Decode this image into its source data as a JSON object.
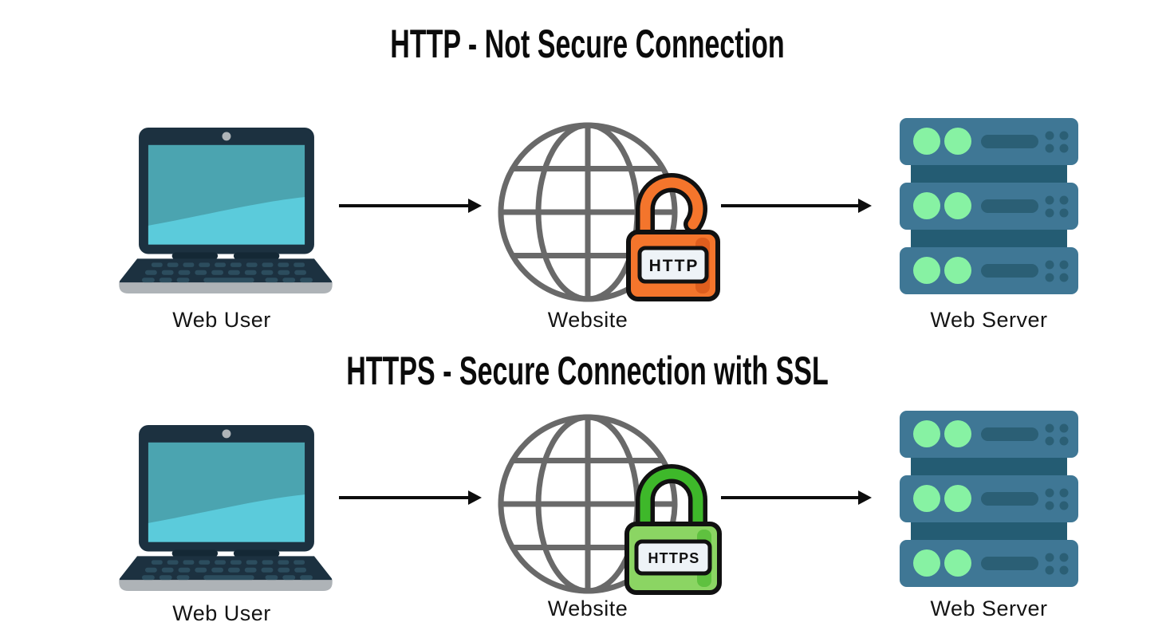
{
  "rows": [
    {
      "title": "HTTP - Not Secure Connection",
      "lock_text": "HTTP",
      "user_label": "Web User",
      "website_label": "Website",
      "server_label": "Web Server"
    },
    {
      "title": "HTTPS - Secure Connection with SSL",
      "lock_text": "HTTPS",
      "user_label": "Web User",
      "website_label": "Website",
      "server_label": "Web Server"
    }
  ],
  "colors": {
    "insecure_orange": "#F4752C",
    "secure_green": "#3EB82A",
    "secure_green_body": "#8BD563",
    "lock_label_bg": "#EEF3F7",
    "globe_gray": "#696969",
    "arrow_black": "#0D0D0D",
    "server_blue": "#3F7795",
    "server_led_green": "#87F2A3",
    "laptop_navy": "#1C3140",
    "laptop_screen_teal": "#4BA4B0",
    "laptop_screen_light": "#5BCBDB"
  }
}
